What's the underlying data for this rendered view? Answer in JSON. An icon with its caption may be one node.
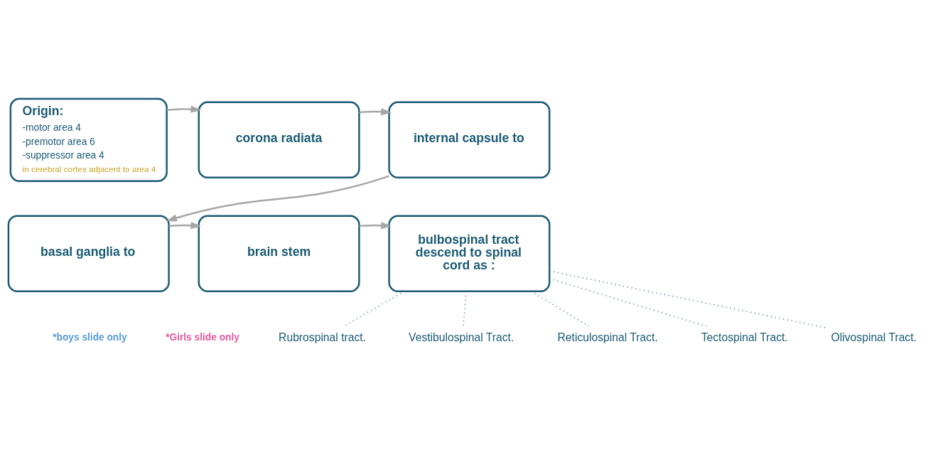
{
  "diagram": {
    "nodes": [
      {
        "text": [
          "Origin:",
          "-motor area 4",
          "-premotor area 6",
          "-suppressor area 4",
          "in cerebral cortex adjacent to area 4"
        ]
      },
      {
        "text": [
          "corona radiata"
        ]
      },
      {
        "text": [
          "internal capsule to"
        ]
      },
      {
        "text": [
          "basal ganglia to"
        ]
      },
      {
        "text": [
          "brain stem"
        ]
      },
      {
        "text": [
          "bulbospinal tract descend to spinal cord as :"
        ]
      },
      {
        "text": [
          "Rubrospinal tract."
        ]
      },
      {
        "text": [
          "Vestibulospinal Tract."
        ]
      },
      {
        "text": [
          "Reticulospinal Tract."
        ]
      },
      {
        "text": [
          "Tectospinal Tract."
        ]
      },
      {
        "text": [
          "Olivospinal Tract."
        ]
      }
    ],
    "edges": [
      {
        "from": 0,
        "to": 1,
        "arrow": "to"
      },
      {
        "from": 1,
        "to": 2,
        "arrow": "to"
      },
      {
        "from": 2,
        "to": 3,
        "arrow": "to"
      },
      {
        "from": 3,
        "to": 4,
        "arrow": "to"
      },
      {
        "from": 4,
        "to": 5,
        "arrow": "to"
      },
      {
        "from": 5,
        "to": 6,
        "arrow": "none",
        "style": "dashed",
        "color": "#1a5a73"
      },
      {
        "from": 5,
        "to": 7,
        "arrow": "none",
        "style": "dashed",
        "color": "#1a5a73"
      },
      {
        "from": 5,
        "to": 8,
        "arrow": "none",
        "style": "dashed",
        "color": "#1a5a73"
      },
      {
        "from": 5,
        "to": 9,
        "arrow": "none",
        "style": "dashed",
        "color": "#1a5a73"
      },
      {
        "from": 5,
        "to": 10,
        "arrow": "none",
        "style": "dashed",
        "color": "#1a5a73"
      }
    ],
    "legend": [
      {
        "text": "*boys slide only",
        "color": "#5b9bd5"
      },
      {
        "text": "*Girls slide only",
        "color": "#e8589f"
      }
    ]
  }
}
